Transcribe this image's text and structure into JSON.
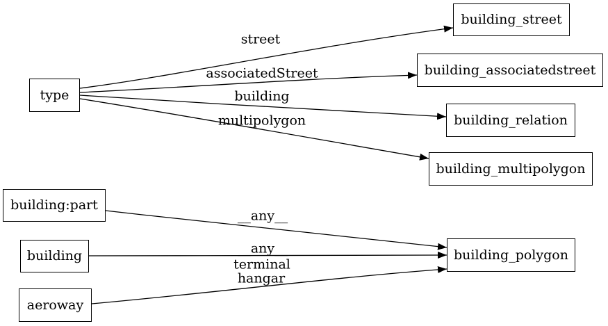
{
  "diagram": {
    "type": "directed-graph",
    "colors": {
      "background": "#ffffff",
      "node_border": "#000000",
      "text": "#000000",
      "edge": "#000000"
    },
    "nodes": [
      {
        "id": "type",
        "label": "type"
      },
      {
        "id": "building_street",
        "label": "building_street"
      },
      {
        "id": "building_associatedstreet",
        "label": "building_associatedstreet"
      },
      {
        "id": "building_relation",
        "label": "building_relation"
      },
      {
        "id": "building_multipolygon",
        "label": "building_multipolygon"
      },
      {
        "id": "building_part",
        "label": "building:part"
      },
      {
        "id": "building",
        "label": "building"
      },
      {
        "id": "aeroway",
        "label": "aeroway"
      },
      {
        "id": "building_polygon",
        "label": "building_polygon"
      }
    ],
    "edges": [
      {
        "from": "type",
        "to": "building_street",
        "labels": [
          "street"
        ]
      },
      {
        "from": "type",
        "to": "building_associatedstreet",
        "labels": [
          "associatedStreet"
        ]
      },
      {
        "from": "type",
        "to": "building_relation",
        "labels": [
          "building"
        ]
      },
      {
        "from": "type",
        "to": "building_multipolygon",
        "labels": [
          "multipolygon"
        ]
      },
      {
        "from": "building:part",
        "to": "building_polygon",
        "labels": [
          "__any__"
        ]
      },
      {
        "from": "building",
        "to": "building_polygon",
        "labels": [
          "__any__"
        ]
      },
      {
        "from": "aeroway",
        "to": "building_polygon",
        "labels": [
          "terminal",
          "hangar"
        ]
      }
    ]
  }
}
